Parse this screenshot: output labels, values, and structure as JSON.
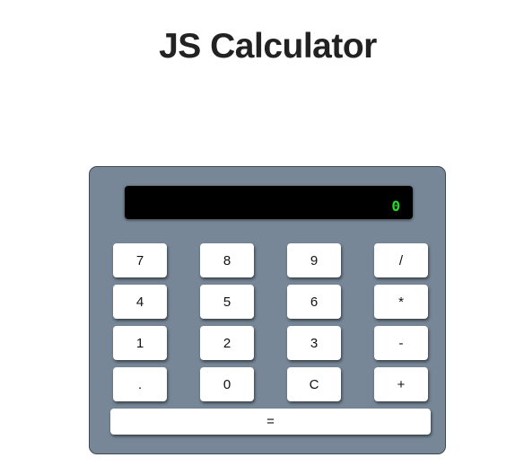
{
  "page": {
    "title": "JS Calculator"
  },
  "calculator": {
    "display_value": "0",
    "display_color": "#22dd22",
    "body_color": "#778797",
    "keys": {
      "seven": "7",
      "eight": "8",
      "nine": "9",
      "divide": "/",
      "four": "4",
      "five": "5",
      "six": "6",
      "multiply": "*",
      "one": "1",
      "two": "2",
      "three": "3",
      "subtract": "-",
      "decimal": ".",
      "zero": "0",
      "clear": "C",
      "add": "+",
      "equals": "="
    }
  }
}
